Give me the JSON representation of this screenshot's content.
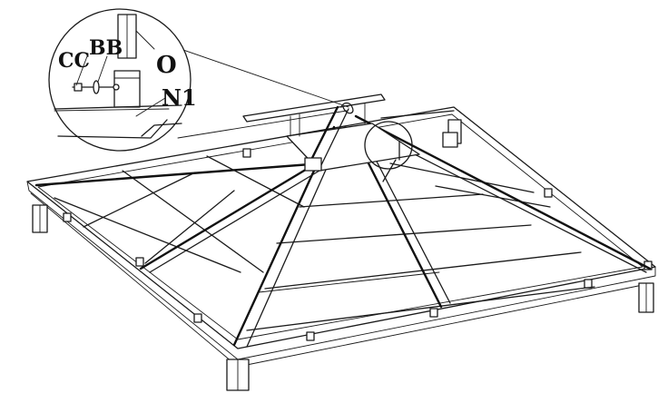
{
  "diagram": {
    "callout_labels": {
      "cc": "CC",
      "bb": "BB",
      "o": "O",
      "n1": "N1"
    },
    "colors": {
      "line": "#1a1a1a",
      "background": "#ffffff"
    }
  }
}
